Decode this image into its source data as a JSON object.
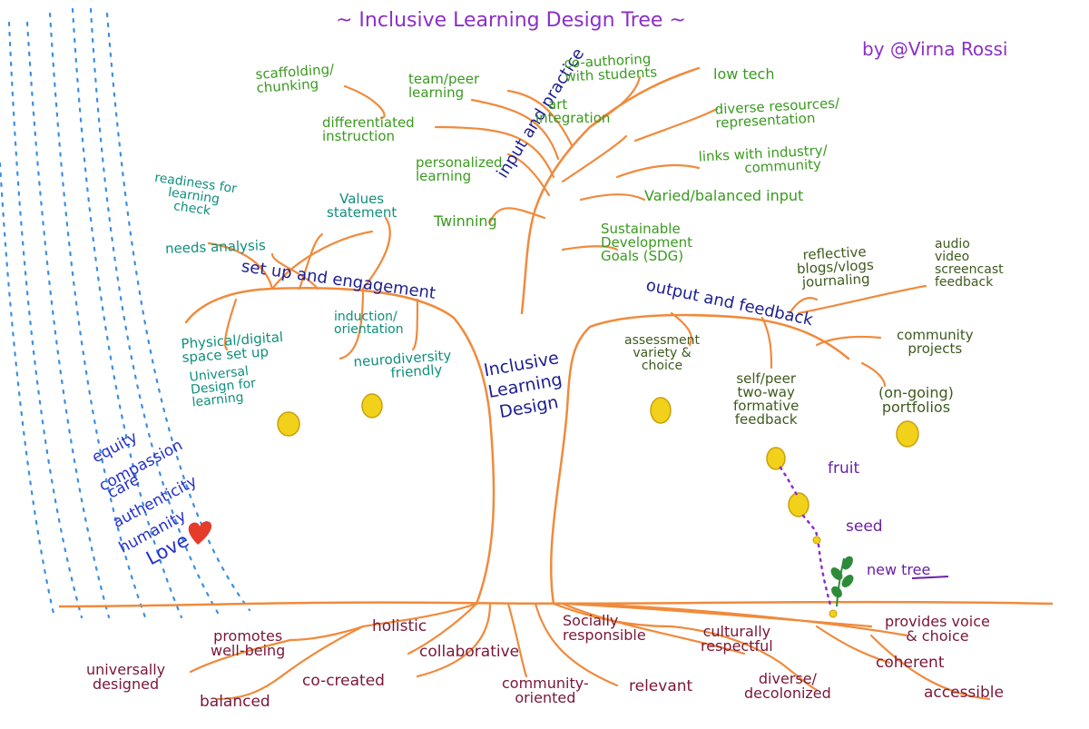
{
  "title": "~ Inclusive Learning Design Tree ~",
  "author": "by @Virna Rossi",
  "trunk": [
    "Inclusive",
    "Learning",
    "Design"
  ],
  "branches": {
    "input_practice": {
      "label": "input and practice",
      "items": {
        "scaffolding": [
          "scaffolding/",
          "chunking"
        ],
        "team": [
          "team/peer",
          "learning"
        ],
        "coauthoring": [
          "co-authoring",
          "with students"
        ],
        "low_tech": "low tech",
        "differentiated": [
          "differentiated",
          "instruction"
        ],
        "art": [
          "art",
          "integration"
        ],
        "diverse_resources": [
          "diverse resources/",
          "representation"
        ],
        "personalized": [
          "personalized",
          "learning"
        ],
        "links": [
          "links with industry/",
          "community"
        ],
        "varied": "Varied/balanced input",
        "twinning": "Twinning",
        "sdg": [
          "Sustainable",
          "Development",
          "Goals (SDG)"
        ]
      }
    },
    "setup_engagement": {
      "label": "set up and engagement",
      "items": {
        "readiness": [
          "readiness for",
          "learning",
          "check"
        ],
        "values": [
          "Values",
          "statement"
        ],
        "needs": "needs analysis",
        "physical": [
          "Physical/digital",
          "space set up"
        ],
        "udl": [
          "Universal",
          "Design for",
          "learning"
        ],
        "induction": [
          "induction/",
          "orientation"
        ],
        "neuro": [
          "neurodiversity",
          "friendly"
        ]
      }
    },
    "output_feedback": {
      "label": "output and feedback",
      "items": {
        "reflective": [
          "reflective",
          "blogs/vlogs",
          "journaling"
        ],
        "media": [
          "audio",
          "video",
          "screencast",
          "feedback"
        ],
        "assessment": [
          "assessment",
          "variety &",
          "choice"
        ],
        "community_projects": [
          "community",
          "projects"
        ],
        "formative": [
          "self/peer",
          "two-way",
          "formative",
          "feedback"
        ],
        "portfolios": [
          "(on-going)",
          "portfolios"
        ]
      }
    }
  },
  "lifecycle": {
    "fruit": "fruit",
    "seed": "seed",
    "new_tree": "new tree"
  },
  "values": [
    "equity",
    "compassion",
    "care",
    "authenticity",
    "humanity",
    "Love"
  ],
  "roots": {
    "holistic": "holistic",
    "promotes": [
      "promotes",
      "well-being"
    ],
    "universally": [
      "universally",
      "designed"
    ],
    "collaborative": "collaborative",
    "cocreated": "co-created",
    "balanced": "balanced",
    "community": [
      "community-",
      "oriented"
    ],
    "relevant": "relevant",
    "socially": [
      "Socially",
      "responsible"
    ],
    "culturally": [
      "culturally",
      "respectful"
    ],
    "diverse": [
      "diverse/",
      "decolonized"
    ],
    "voice": [
      "provides voice",
      "& choice"
    ],
    "coherent": "coherent",
    "accessible": "accessible"
  },
  "colors": {
    "branch": "#f08a3c",
    "fruit": "#f2d11a",
    "rain": "#3b8fe0",
    "heart": "#e53b2a",
    "sprout": "#2e8b3a"
  }
}
